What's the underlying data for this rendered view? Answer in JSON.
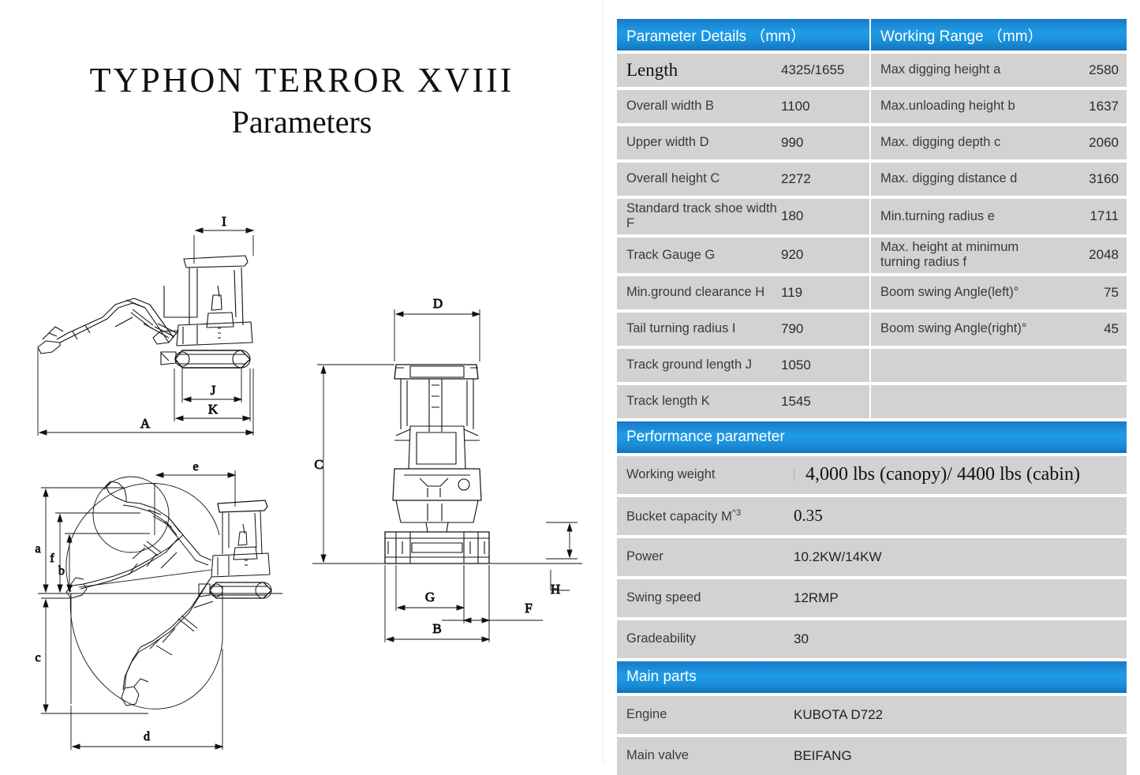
{
  "title": {
    "main": "TYPHON TERROR XVIII",
    "sub": "Parameters"
  },
  "table": {
    "headers": {
      "left": "Parameter Details （mm）",
      "right": "Working Range （mm）"
    },
    "rows": [
      {
        "left_label": "Length",
        "left_value": "4325/1655",
        "right_label": "Max digging height a",
        "right_value": "2580"
      },
      {
        "left_label": "Overall width B",
        "left_value": "1100",
        "right_label": "Max.unloading height b",
        "right_value": "1637"
      },
      {
        "left_label": "Upper width D",
        "left_value": "990",
        "right_label": "Max. digging depth c",
        "right_value": "2060"
      },
      {
        "left_label": "Overall height C",
        "left_value": "2272",
        "right_label": "Max. digging distance d",
        "right_value": "3160"
      },
      {
        "left_label": "Standard track shoe width F",
        "left_value": "180",
        "right_label": "Min.turning radius e",
        "right_value": "1711"
      },
      {
        "left_label": "Track Gauge G",
        "left_value": "920",
        "right_label": "Max. height at minimum turning radius f",
        "right_value": "2048"
      },
      {
        "left_label": "Min.ground clearance H",
        "left_value": "119",
        "right_label": "Boom swing Angle(left)°",
        "right_value": "75"
      },
      {
        "left_label": "Tail turning radius I",
        "left_value": "790",
        "right_label": "Boom swing Angle(right)°",
        "right_value": "45"
      },
      {
        "left_label": "Track ground length J",
        "left_value": "1050",
        "right_label": "",
        "right_value": ""
      },
      {
        "left_label": "Track length K",
        "left_value": "1545",
        "right_label": "",
        "right_value": ""
      }
    ]
  },
  "performance": {
    "section_title": "Performance parameter",
    "rows": [
      {
        "label": "Working weight",
        "value": "4,000 lbs (canopy)/ 4400 lbs (cabin)"
      },
      {
        "label_prefix": "Bucket capacity M",
        "label_sup": "^3",
        "label": "Bucket capacity M^3",
        "value": "0.35"
      },
      {
        "label": "Power",
        "value": "10.2KW/14KW"
      },
      {
        "label": "Swing speed",
        "value": "12RMP"
      },
      {
        "label": "Gradeability",
        "value": "30"
      }
    ]
  },
  "main_parts": {
    "section_title": "Main parts",
    "rows": [
      {
        "label": "Engine",
        "value": "KUBOTA D722"
      },
      {
        "label": "Main valve",
        "value": "BEIFANG"
      }
    ]
  },
  "drawings": {
    "side_view": {
      "name": "side-view-excavator",
      "dimension_labels": [
        "I",
        "J",
        "K",
        "A"
      ]
    },
    "front_view": {
      "name": "front-view-excavator",
      "dimension_labels": [
        "D",
        "C",
        "G",
        "F",
        "H",
        "B"
      ]
    },
    "working_range_view": {
      "name": "working-range-excavator",
      "dimension_labels": [
        "e",
        "a",
        "f",
        "b",
        "c",
        "d"
      ]
    }
  },
  "colors": {
    "header_blue": "#1f9ce6",
    "header_blue_dark": "#1272bf",
    "cell_gray": "#d2d2d2",
    "label_text": "#3a3a3a",
    "page_background": "#ffffff"
  }
}
